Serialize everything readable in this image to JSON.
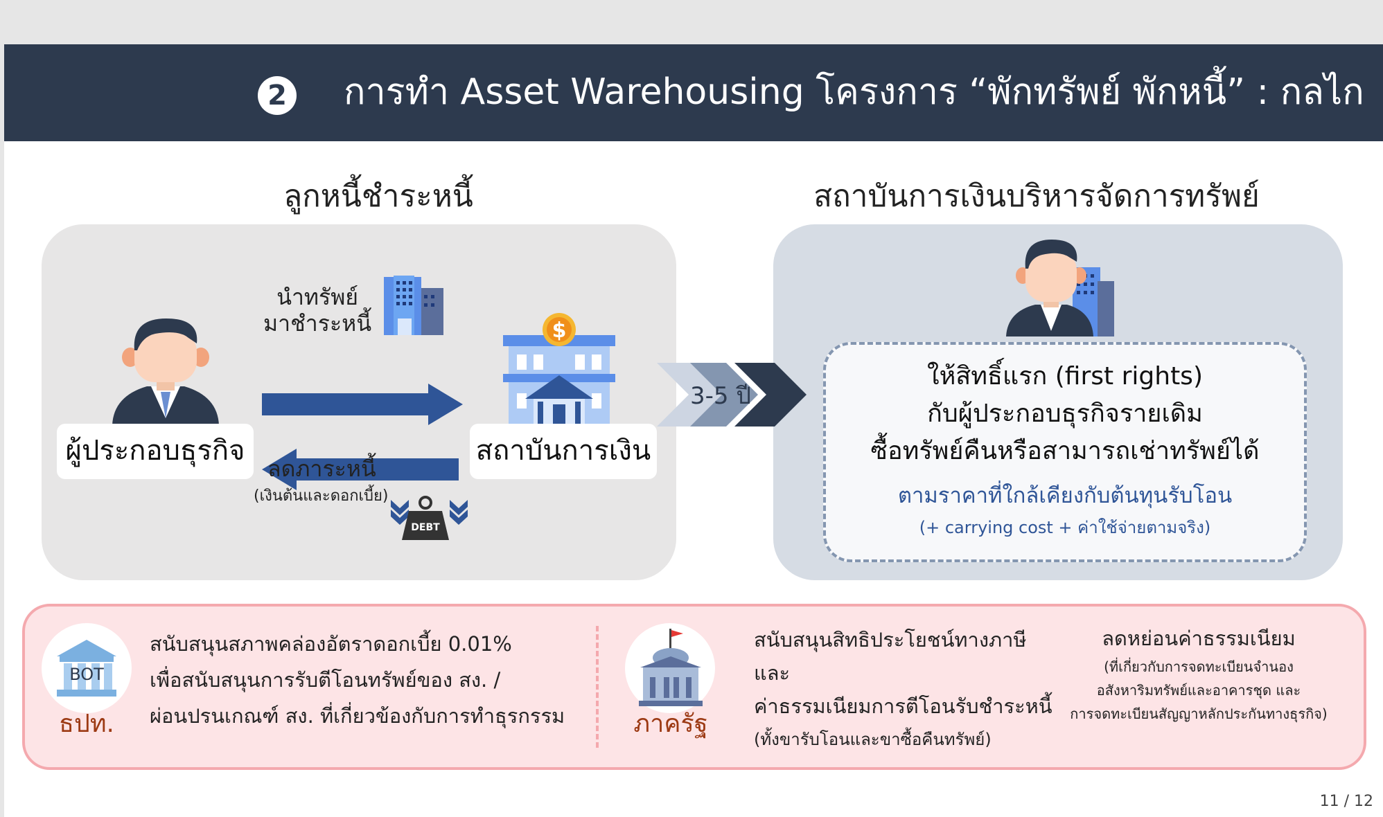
{
  "header": {
    "number": "2",
    "title": "การทำ Asset Warehousing โครงการ “พักทรัพย์ พักหนี้” : กลไก"
  },
  "left_section": {
    "title": "ลูกหนี้ชำระหนี้",
    "entrepreneur_label": "ผู้ประกอบธุรกิจ",
    "bank_label": "สถาบันการเงิน",
    "arrow_top_line1": "นำทรัพย์",
    "arrow_top_line2": "มาชำระหนี้",
    "arrow_bottom_label": "ลดภาระหนี้",
    "arrow_bottom_sub": "(เงินต้นและดอกเบี้ย)",
    "debt_badge": "DEBT",
    "coin_symbol": "$"
  },
  "transition": {
    "years": "3-5 ปี"
  },
  "right_section": {
    "title": "สถาบันการเงินบริหารจัดการทรัพย์",
    "line1": "ให้สิทธิ์แรก (first rights)",
    "line2": "กับผู้ประกอบธุรกิจรายเดิม",
    "line3": "ซื้อทรัพย์คืนหรือสามารถเช่าทรัพย์ได้",
    "line4": "ตามราคาที่ใกล้เคียงกับต้นทุนรับโอน",
    "line5": "(+ carrying cost + ค่าใช้จ่ายตามจริง)"
  },
  "bottom": {
    "bot_icon_text": "BOT",
    "bot_label": "ธปท.",
    "bot_line1": "สนับสนุนสภาพคล่องอัตราดอกเบี้ย 0.01%",
    "bot_line2": "เพื่อสนับสนุนการรับตีโอนทรัพย์ของ สง. /",
    "bot_line3": "ผ่อนปรนเกณฑ์ สง. ที่เกี่ยวข้องกับการทำธุรกรรม",
    "gov_label": "ภาครัฐ",
    "gov_line1": "สนับสนุนสิทธิประโยชน์ทางภาษี",
    "gov_line2": "และ",
    "gov_line3": "ค่าธรรมเนียมการตีโอนรับชำระหนี้",
    "gov_line4": "(ทั้งขารับโอนและขาซื้อคืนทรัพย์)",
    "fee_title": "ลดหย่อนค่าธรรมเนียม",
    "fee_line1": "(ที่เกี่ยวกับการจดทะเบียนจำนอง",
    "fee_line2": "อสังหาริมทรัพย์และอาคารชุด และ",
    "fee_line3": "การจดทะเบียนสัญญาหลักประกันทางธุรกิจ)"
  },
  "page_indicator": "11 / 12",
  "colors": {
    "header_bg": "#2d3a4e",
    "arrow_blue": "#2f5597",
    "accent_blue": "#2f5597",
    "bottom_border": "#f4a9ae",
    "bottom_bg": "#fde4e6",
    "org_label": "#9c3a14"
  }
}
